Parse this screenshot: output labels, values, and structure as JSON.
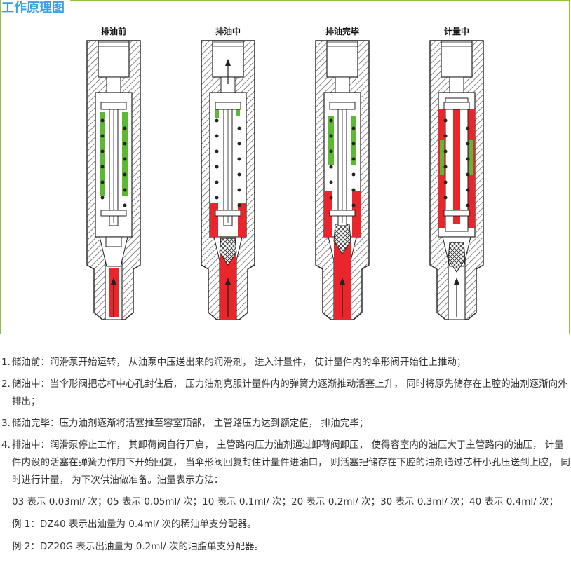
{
  "section_title": "工作原理图",
  "stages": [
    {
      "label": "排油前"
    },
    {
      "label": "排油中"
    },
    {
      "label": "排油完毕"
    },
    {
      "label": "计量中"
    }
  ],
  "colors": {
    "title": "#3aa0e0",
    "frame": "#8cc63f",
    "oil_red": "#e8262b",
    "oil_green": "#5db833",
    "hatch": "#555555"
  },
  "steps": [
    {
      "num": "1.",
      "text": "储油前：润滑泵开始运转， 从油泵中压送出来的润滑剂， 进入计量件， 使计量件内的伞形阀开始往上推动；"
    },
    {
      "num": "2.",
      "text": "储油中：当伞形阀把芯杆中心孔封住后， 压力油剂克服计量件内的弹簧力逐渐推动活塞上升， 同时将原先储存在上腔的油剂逐渐向外排出；"
    },
    {
      "num": "3.",
      "text": "储油完毕：压力油剂逐渐将活塞推至容室顶部， 主管路压力达到额定值， 排油完毕；"
    },
    {
      "num": "4.",
      "text": "排油中：润滑泵停止工作， 其卸荷阀自行开启， 主管路内压力油剂通过卸荷阀卸压， 使得容室内的油压大于主管路内的油压， 计量件内设的活塞在弹簧力作用下开始回复， 当伞形阀回复封住计量件进油口， 则活塞把储存在下腔的油剂通过芯杆小孔压送到上腔， 同时进行计量， 为下次供油做准备。油量表示方法："
    }
  ],
  "notes": [
    "03 表示 0.03ml/ 次；05 表示 0.05ml/ 次；10 表示 0.1ml/ 次；20 表示 0.2ml/ 次；30 表示 0.3ml/ 次；40 表示 0.4ml/ 次；",
    "例 1：DZ40 表示出油量为 0.4ml/ 次的稀油单支分配器。",
    "例 2：DZ20G 表示出油量为 0.2ml/ 次的油脂单支分配器。"
  ]
}
